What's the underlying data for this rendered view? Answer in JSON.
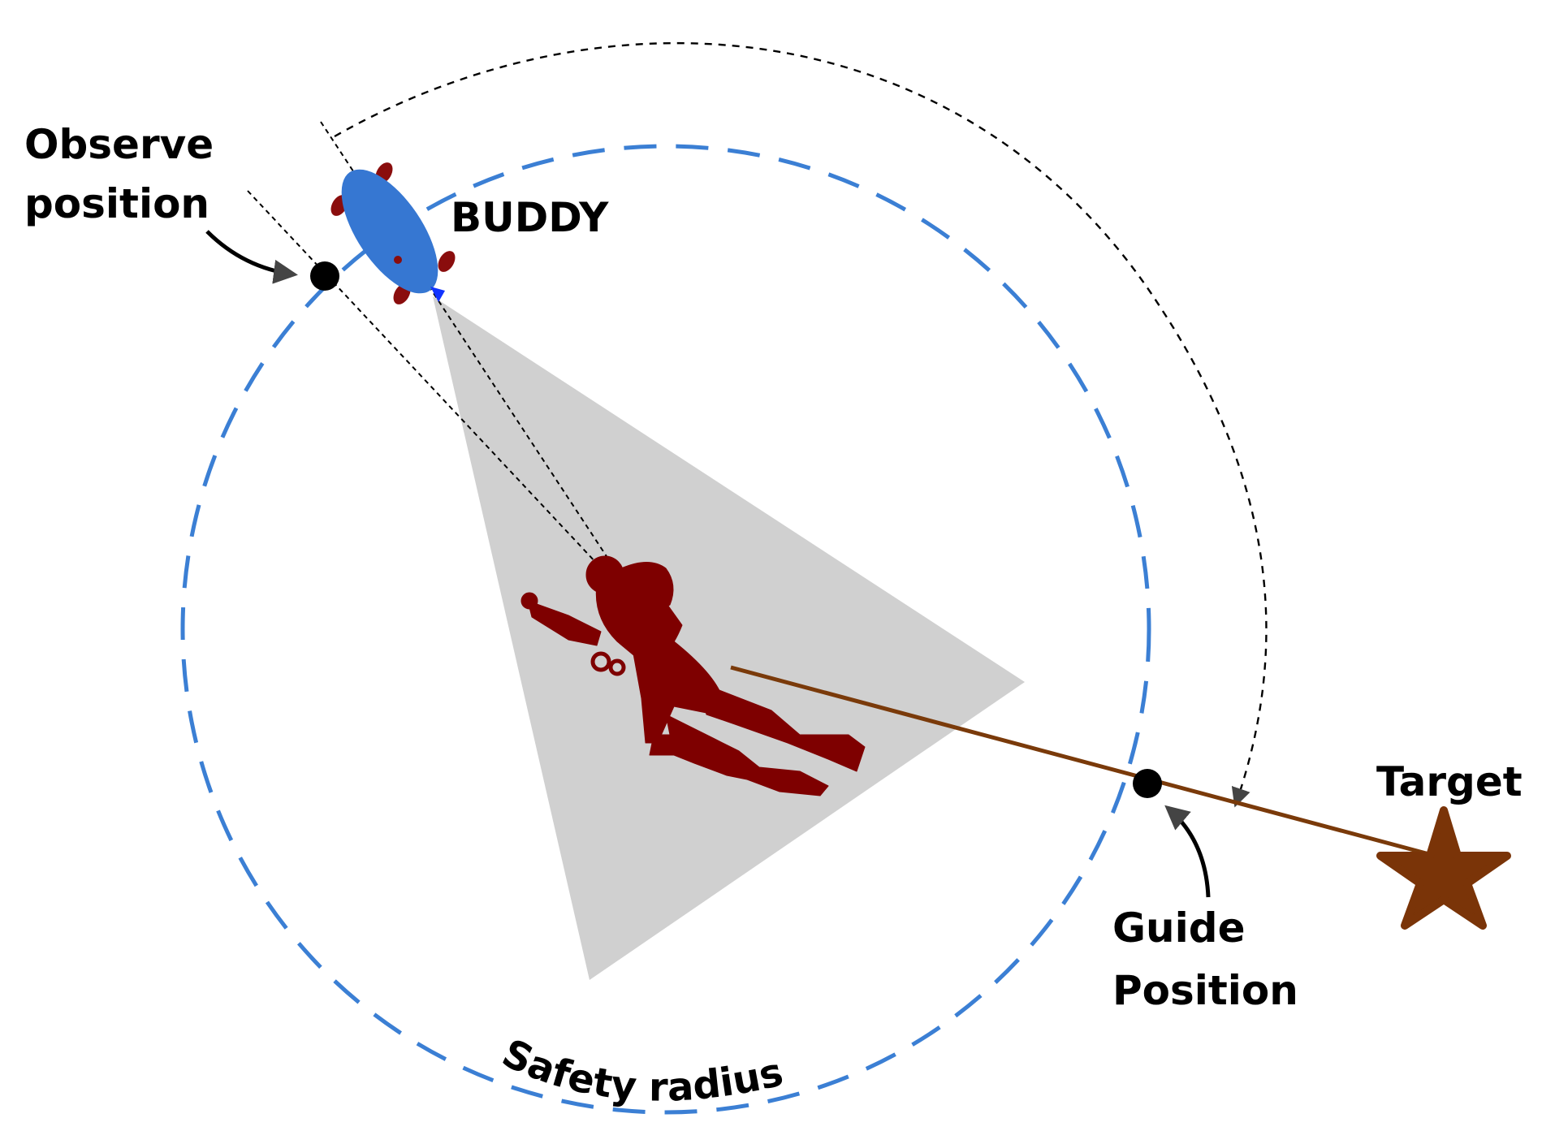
{
  "labels": {
    "observe_line1": "Observe",
    "observe_line2": "position",
    "buddy": "BUDDY",
    "target": "Target",
    "guide_line1": "Guide",
    "guide_line2": "Position",
    "safety_radius": "Safety radius"
  },
  "colors": {
    "safety_circle": "#3b7fd4",
    "buddy_body": "#3677d2",
    "buddy_thrusters": "#8a0d0d",
    "buddy_camera": "#1133ff",
    "diver": "#7e0000",
    "guide_line": "#7a3a0a",
    "target_star": "#7a3408",
    "view_cone": "#d0d0d0",
    "markers": "#000000",
    "dashed_arrows": "#000000"
  },
  "icons": {
    "target": "star-icon",
    "diver": "scuba-diver-icon",
    "buddy": "underwater-robot-icon"
  }
}
